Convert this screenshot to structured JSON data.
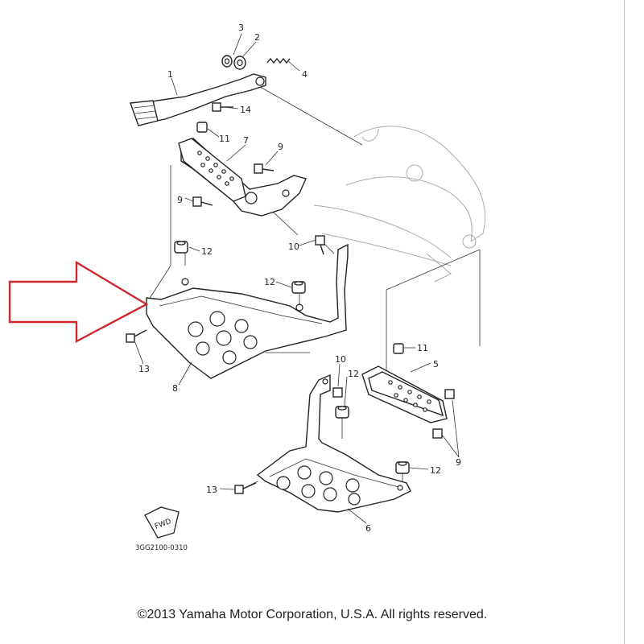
{
  "callouts": {
    "c1": "1",
    "c2": "2",
    "c3": "3",
    "c4": "4",
    "c14": "14",
    "c11a": "11",
    "c7": "7",
    "c9a": "9",
    "c9b": "9",
    "c12a": "12",
    "c10a": "10",
    "c12b": "12",
    "c13a": "13",
    "c8": "8",
    "c11b": "11",
    "c5": "5",
    "c10b": "10",
    "c12c": "12",
    "c9c": "9",
    "c12d": "12",
    "c13b": "13",
    "c6": "6"
  },
  "fwd_label": "FWD",
  "drawing_code": "3GG2100-0310",
  "copyright": "©2013 Yamaha Motor Corporation, U.S.A. All rights reserved.",
  "colors": {
    "arrow": "#d0282e",
    "line": "#222222"
  }
}
